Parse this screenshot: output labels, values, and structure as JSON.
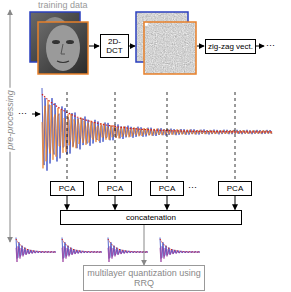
{
  "diagram": {
    "nodes": [
      {
        "text": [
          "2D-DCT"
        ]
      },
      {
        "text": [
          "zig-zag vect."
        ]
      },
      {
        "text": [
          "PCA"
        ]
      },
      {
        "text": [
          "PCA"
        ]
      },
      {
        "text": [
          "PCA"
        ]
      },
      {
        "text": [
          "PCA"
        ]
      },
      {
        "text": [
          "concatenation"
        ]
      },
      {
        "text": [
          "multilayer quantization using RRQ"
        ]
      }
    ],
    "edges": [
      {
        "from": 2,
        "to": 6,
        "arrow": "to"
      },
      {
        "from": 3,
        "to": 6,
        "arrow": "to"
      },
      {
        "from": 4,
        "to": 6,
        "arrow": "to"
      },
      {
        "from": 5,
        "to": 6,
        "arrow": "to"
      },
      {
        "from": 6,
        "to": 7,
        "arrow": "to"
      }
    ],
    "labels": [
      "training data",
      "pre-processing",
      "···",
      "···",
      "···"
    ]
  }
}
